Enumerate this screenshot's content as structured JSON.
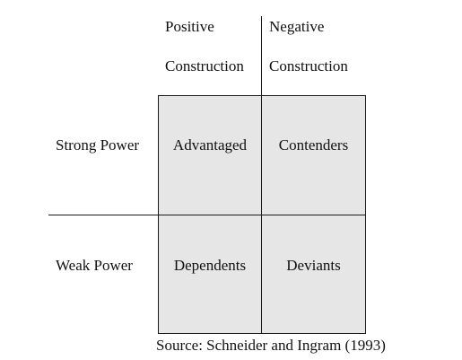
{
  "columns": [
    {
      "line1": "Positive",
      "line2": "Construction"
    },
    {
      "line1": "Negative",
      "line2": "Construction"
    }
  ],
  "rows": [
    {
      "label": "Strong Power"
    },
    {
      "label": "Weak Power"
    }
  ],
  "cells": [
    "Advantaged",
    "Contenders",
    "Dependents",
    "Deviants"
  ],
  "source": "Source: Schneider and Ingram (1993)",
  "colors": {
    "cell_fill": "#e6e6e6",
    "line": "#1a1a1a",
    "text": "#111111"
  }
}
